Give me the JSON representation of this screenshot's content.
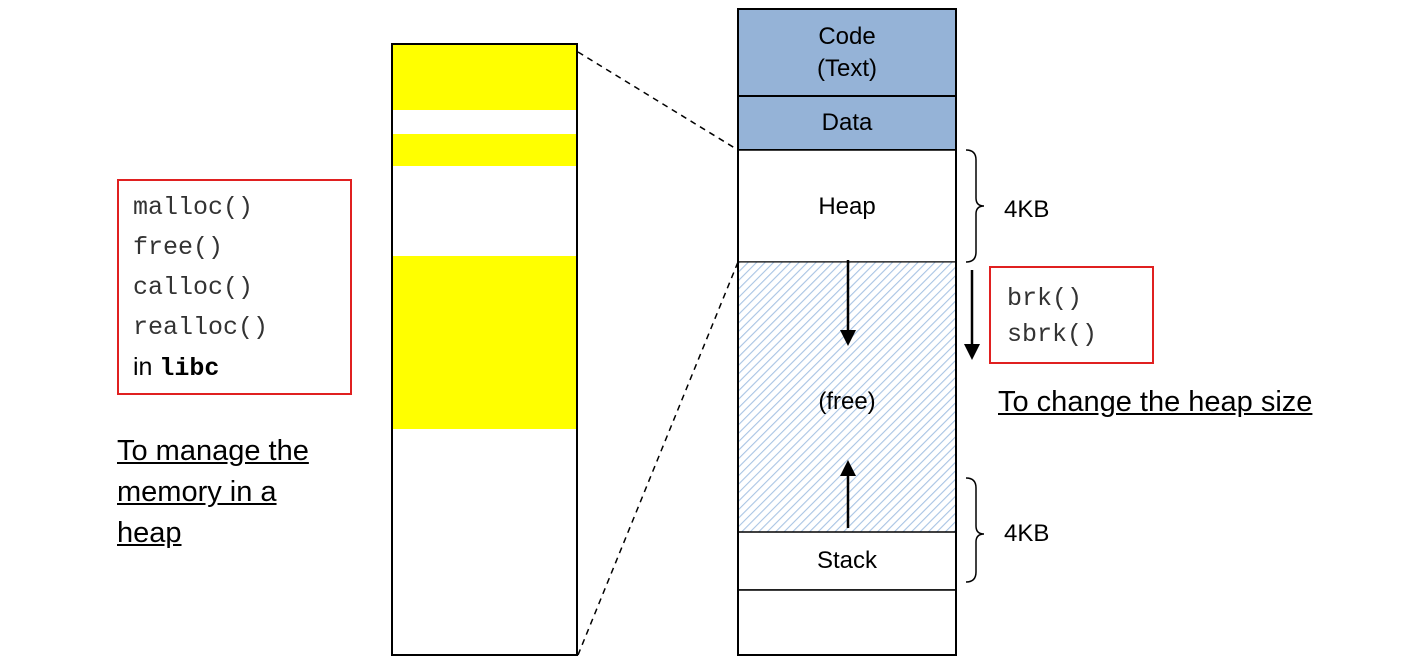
{
  "colors": {
    "segment_fill": "#95b3d7",
    "allocation_fill": "#ffff00",
    "box_border": "#e02020",
    "free_hatch": "#a9c4e4"
  },
  "library_box": {
    "functions": [
      "malloc()",
      "free()",
      "calloc()",
      "realloc()"
    ],
    "in_prefix": "in",
    "lib_name": "libc"
  },
  "library_caption": [
    "To manage the",
    "memory in a",
    "heap"
  ],
  "memory_layout": {
    "code": [
      "Code",
      "(Text)"
    ],
    "data": "Data",
    "heap": "Heap",
    "free": "(free)",
    "stack": "Stack",
    "heap_size": "4KB",
    "stack_size": "4KB"
  },
  "syscall_box": {
    "calls": [
      "brk()",
      "sbrk()"
    ]
  },
  "syscall_caption": "To change the heap size"
}
